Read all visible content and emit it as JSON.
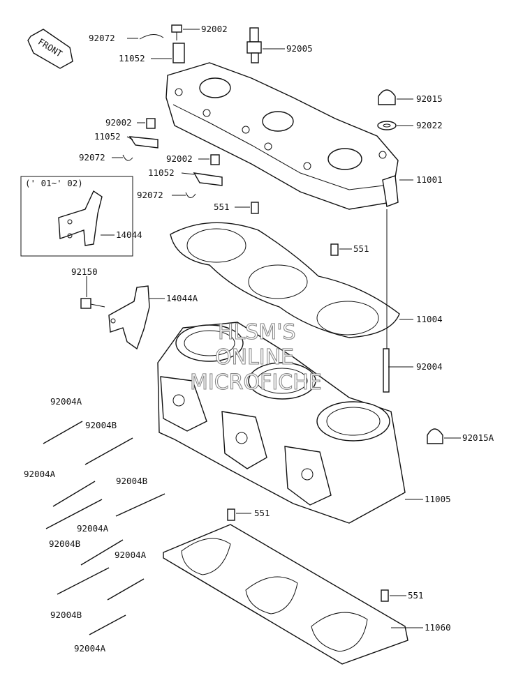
{
  "front_arrow": {
    "text": "FRONT",
    "icon": "front-arrow-icon"
  },
  "inset_label": "(' 01~' 02)",
  "watermark": [
    "HLSM'S",
    "ONLINE",
    "MICROFICHE"
  ],
  "part_labels": [
    "92072",
    "92002",
    "11052",
    "92005",
    "92015",
    "92022",
    "92002",
    "11052",
    "92072",
    "92002",
    "11052",
    "92072",
    "11001",
    "551",
    "551",
    "14044",
    "92150",
    "14044A",
    "11004",
    "92004",
    "92004A",
    "92004B",
    "92015A",
    "92004A",
    "92004B",
    "11005",
    "92004B",
    "92004A",
    "551",
    "92004A",
    "551",
    "92004B",
    "11060",
    "92004A"
  ]
}
